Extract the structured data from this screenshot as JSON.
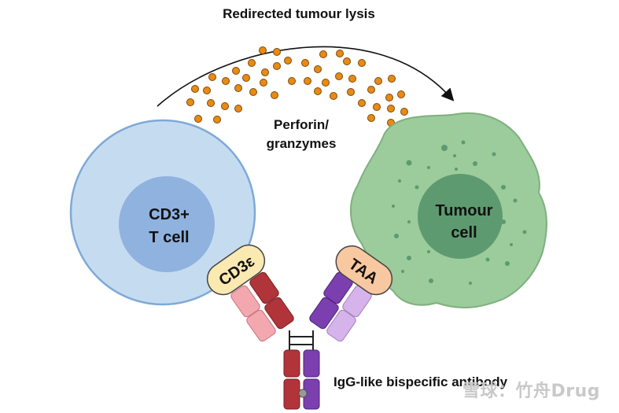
{
  "title": "Redirected tumour lysis",
  "perforin_label_line1": "Perforin/",
  "perforin_label_line2": "granzymes",
  "t_cell_line1": "CD3+",
  "t_cell_line2": "T cell",
  "tumour_line1": "Tumour",
  "tumour_line2": "cell",
  "cd3_domain_label": "CD3ε",
  "taa_label": "TAA",
  "antibody_label": "IgG-like bispecific antibody",
  "watermark": "雪球：竹舟Drug",
  "colors": {
    "t_cell_outer": "#c5dcf0",
    "t_cell_nucleus": "#8fb2df",
    "tumour_outer": "#9ccb9c",
    "tumour_nucleus": "#5e9a70",
    "granule": "#e88a14",
    "arm_left_dark": "#b0343a",
    "arm_left_light": "#f3a8b0",
    "arm_right_dark": "#7b3fb0",
    "arm_right_light": "#d6b3ea",
    "cd3_pill": "#fbe9b2",
    "taa_pill": "#f8c8a0"
  }
}
